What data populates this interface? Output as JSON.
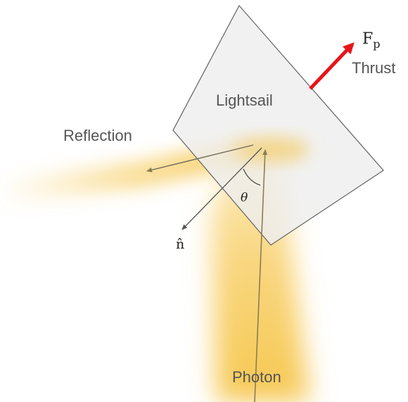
{
  "labels": {
    "sail": "Lightsail",
    "reflection": "Reflection",
    "photon": "Photon",
    "normal": "n̂",
    "angle": "θ",
    "force_main": "F",
    "force_sub": "p",
    "thrust": "Thrust"
  },
  "colors": {
    "sail_fill": "#f0f0f0",
    "sail_stroke": "#6b6b6b",
    "beam": "#f6c548",
    "arrow_line": "#8a7d55",
    "normal_line": "#555555",
    "thrust_arrow": "#e8141a"
  },
  "icons": {
    "thrust": "red-arrow-icon",
    "normal": "normal-vector-arrow-icon"
  }
}
